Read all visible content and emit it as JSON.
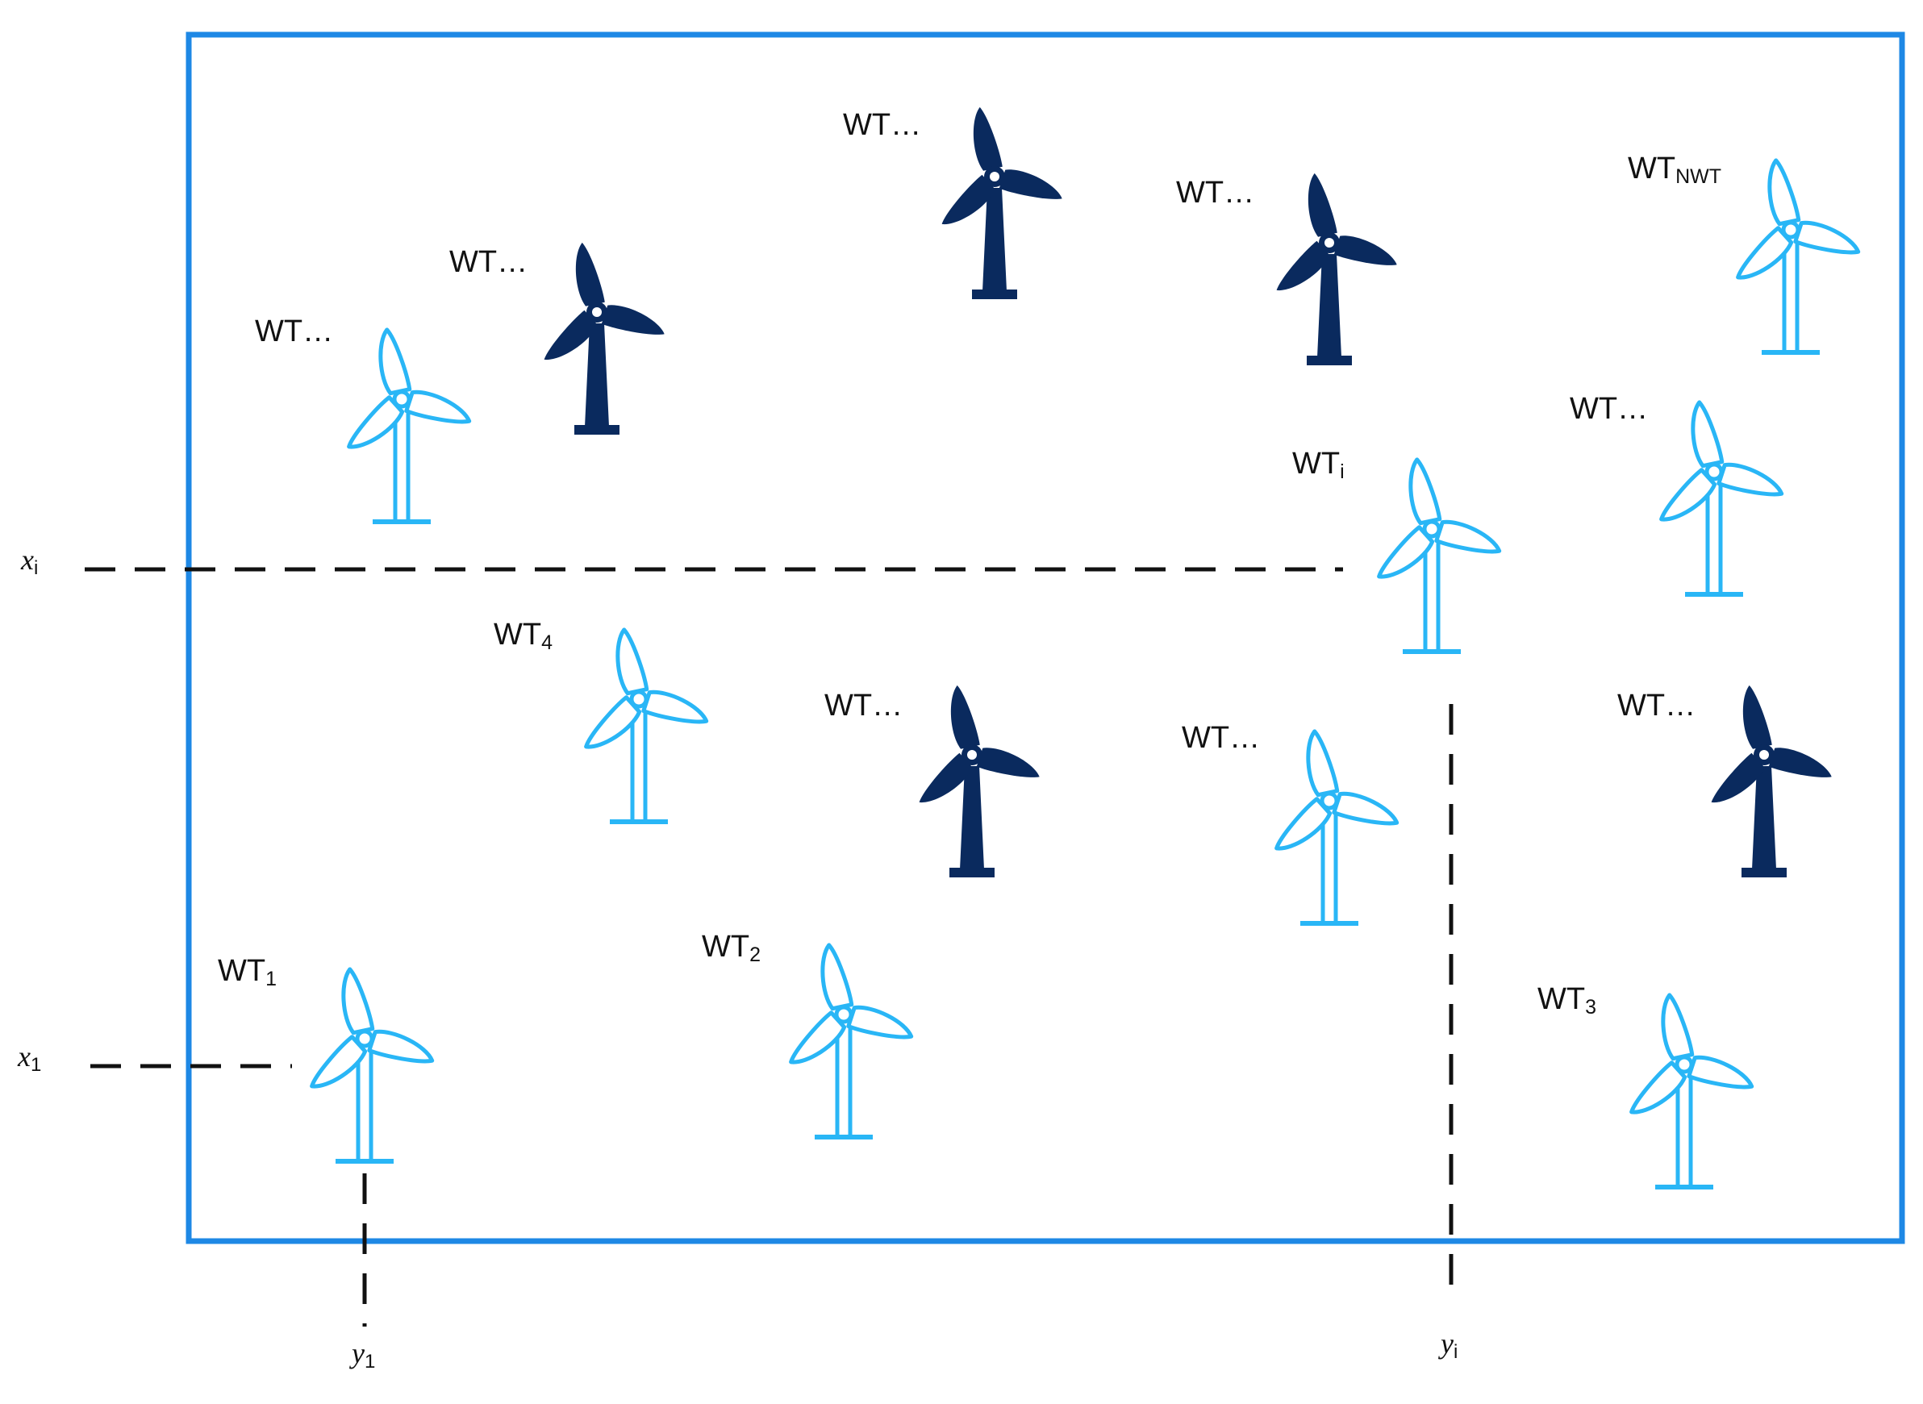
{
  "colors": {
    "frame": "#1e88e5",
    "light_turbine": "#29b6f6",
    "dark_turbine": "#0a2a5e",
    "guide": "#111111"
  },
  "turbines": [
    {
      "label": "WT",
      "sub": "1",
      "style": "light"
    },
    {
      "label": "WT",
      "sub": "2",
      "style": "light"
    },
    {
      "label": "WT",
      "sub": "3",
      "style": "light"
    },
    {
      "label": "WT",
      "sub": "4",
      "style": "light"
    },
    {
      "label": "WT",
      "sub": "i",
      "style": "light"
    },
    {
      "label": "WT",
      "sub": "NWT",
      "style": "light"
    },
    {
      "label": "WT…",
      "sub": "",
      "style": "light"
    },
    {
      "label": "WT…",
      "sub": "",
      "style": "dark"
    },
    {
      "label": "WT…",
      "sub": "",
      "style": "dark"
    },
    {
      "label": "WT…",
      "sub": "",
      "style": "dark"
    },
    {
      "label": "WT…",
      "sub": "",
      "style": "light"
    },
    {
      "label": "WT…",
      "sub": "",
      "style": "dark"
    },
    {
      "label": "WT…",
      "sub": "",
      "style": "light"
    },
    {
      "label": "WT…",
      "sub": "",
      "style": "dark"
    }
  ],
  "axis_labels": {
    "x1": {
      "var": "x",
      "sub": "1"
    },
    "xi": {
      "var": "x",
      "sub": "i"
    },
    "y1": {
      "var": "y",
      "sub": "1"
    },
    "yi": {
      "var": "y",
      "sub": "i"
    }
  }
}
